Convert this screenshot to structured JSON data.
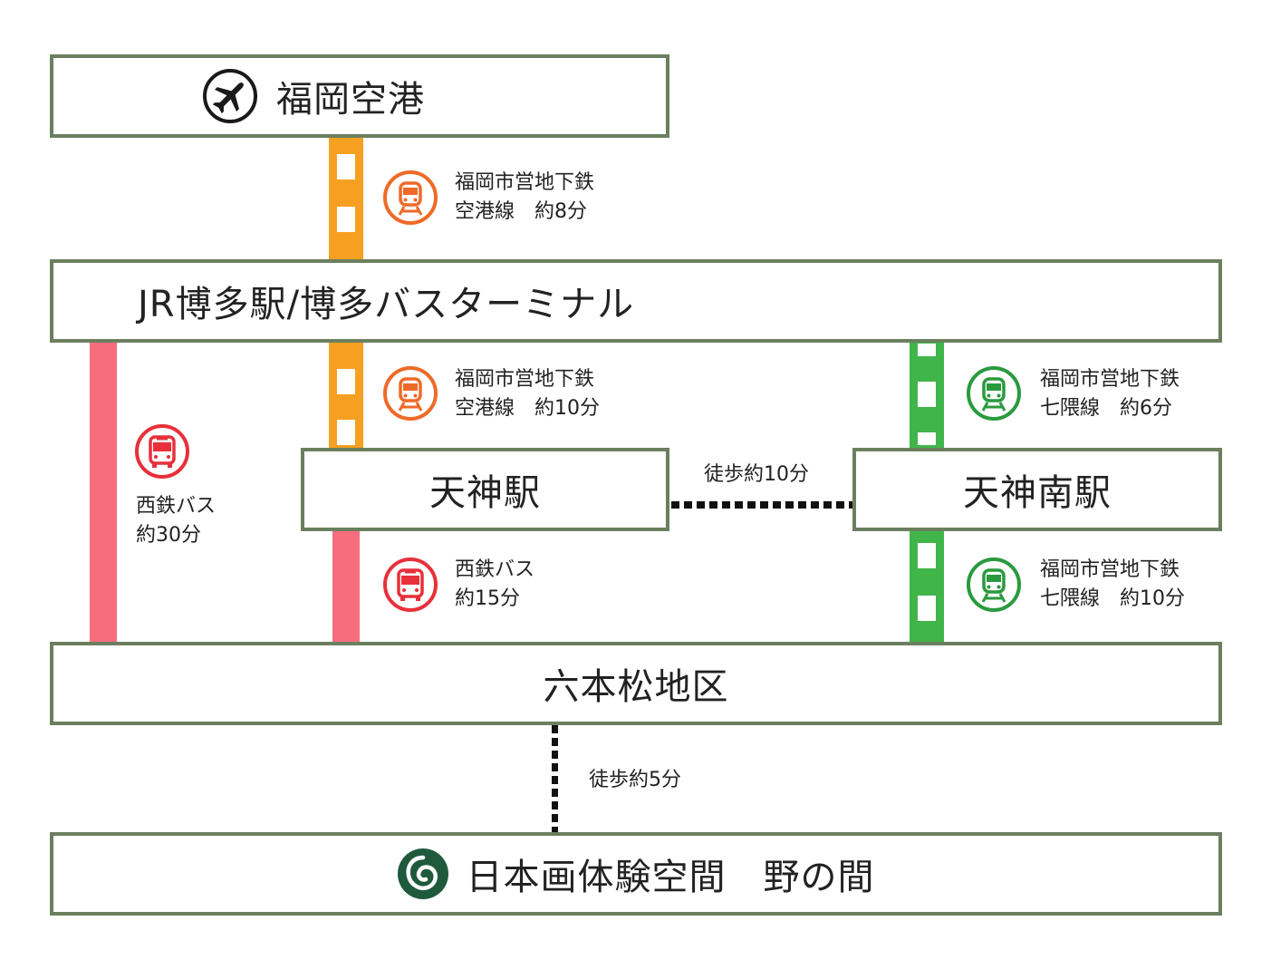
{
  "colors": {
    "box_border": "#6b7f5e",
    "airport_line": "#f5a021",
    "kuko_icon": "#ee6a28",
    "nanakuma_line": "#3fb54a",
    "nanakuma_icon": "#2a9a3e",
    "bus_line": "#f76d7e",
    "bus_icon": "#e8303a",
    "logo": "#1f5a3d"
  },
  "stations": {
    "airport": {
      "label": "福岡空港",
      "icon": "airplane-icon"
    },
    "hakata": {
      "label": "JR博多駅/博多バスターミナル"
    },
    "tenjin": {
      "label": "天神駅"
    },
    "tenjin_minami": {
      "label": "天神南駅"
    },
    "ropponmatsu": {
      "label": "六本松地区"
    },
    "destination": {
      "label": "日本画体験空間　野の間",
      "icon": "nonoma-logo-icon"
    }
  },
  "routes": {
    "airport_hakata": {
      "line1": "福岡市営地下鉄",
      "line2": "空港線　約8分",
      "icon": "subway-train-icon"
    },
    "hakata_tenjin": {
      "line1": "福岡市営地下鉄",
      "line2": "空港線　約10分",
      "icon": "subway-train-icon"
    },
    "hakata_tenjinminami": {
      "line1": "福岡市営地下鉄",
      "line2": "七隈線　約6分",
      "icon": "subway-train-icon"
    },
    "hakata_roppon_bus": {
      "line1": "西鉄バス",
      "line2": "約30分",
      "icon": "bus-icon"
    },
    "tenjin_roppon_bus": {
      "line1": "西鉄バス",
      "line2": "約15分",
      "icon": "bus-icon"
    },
    "tenjinminami_roppon": {
      "line1": "福岡市営地下鉄",
      "line2": "七隈線　約10分",
      "icon": "subway-train-icon"
    },
    "tenjin_walk": {
      "text": "徒歩約10分"
    },
    "roppon_walk": {
      "text": "徒歩約5分"
    }
  }
}
